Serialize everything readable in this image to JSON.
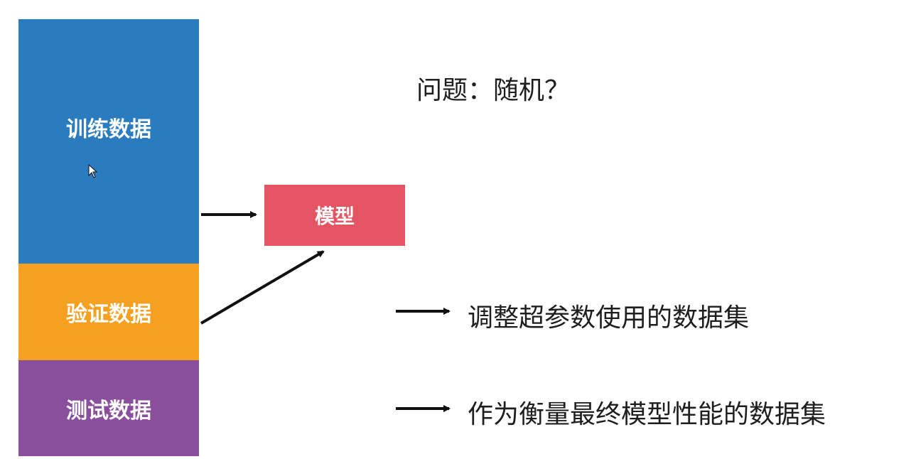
{
  "colors": {
    "train": "#2a7cbf",
    "validation": "#f5a020",
    "test": "#8a4f9c",
    "model": "#e45564",
    "arrow": "#111111",
    "text": "#1e1e1e"
  },
  "blocks": {
    "train_label": "训练数据",
    "validation_label": "验证数据",
    "test_label": "测试数据"
  },
  "model": {
    "label": "模型"
  },
  "question": "问题：随机？",
  "descriptions": {
    "validation": "调整超参数使用的数据集",
    "test": "作为衡量最终模型性能的数据集"
  },
  "icons": {
    "cursor": "mouse-pointer-icon"
  }
}
